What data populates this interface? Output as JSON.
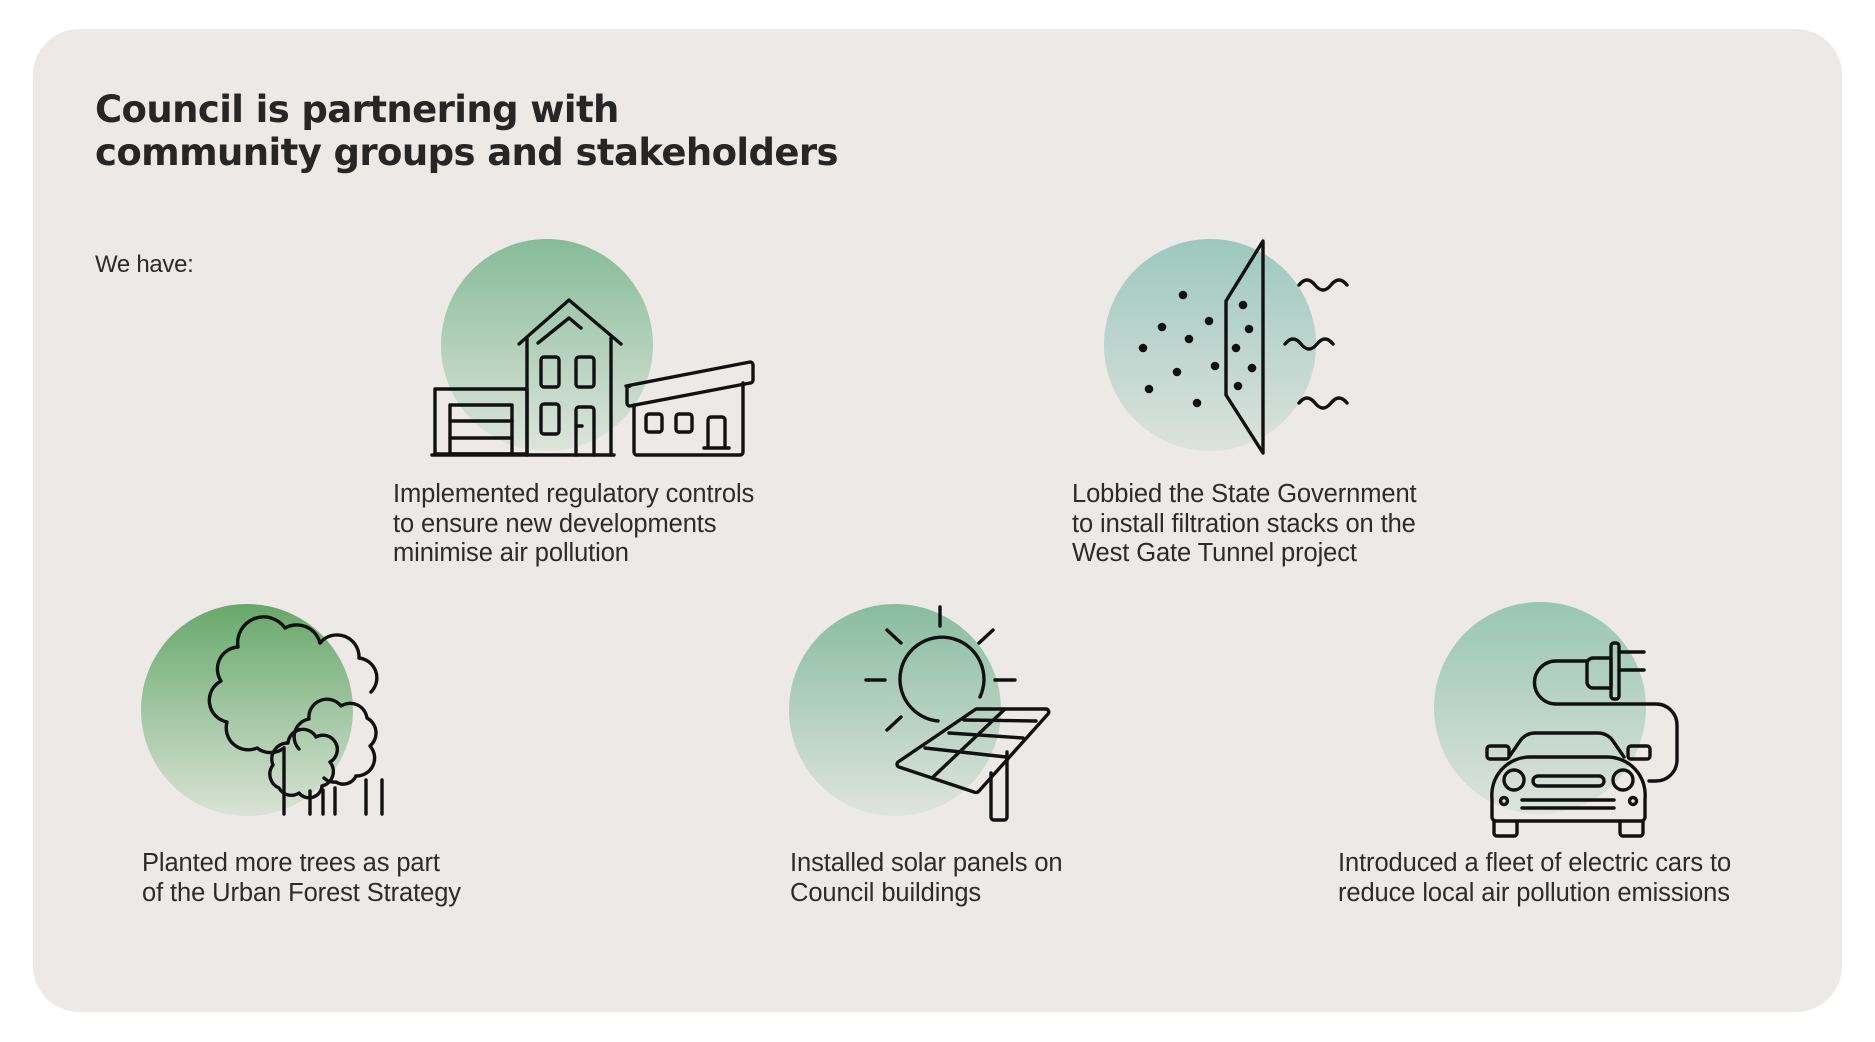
{
  "title": {
    "line1": "Council is partnering with",
    "line2": "community groups and stakeholders"
  },
  "intro": "We have:",
  "colors": {
    "background": "#ece9e6",
    "text": "#262626",
    "green_circle_top": "#6aa96c",
    "sage_circle_top": "#8dbe9e",
    "teal_circle_top": "#9ec8bf",
    "circle_bottom": "#dfe3dd"
  },
  "items": [
    {
      "icon": "houses-icon",
      "lines": [
        "Implemented regulatory controls",
        "to ensure new developments",
        "minimise air pollution"
      ]
    },
    {
      "icon": "air-filter-icon",
      "lines": [
        "Lobbied the State Government",
        "to install filtration stacks on the",
        "West Gate Tunnel project"
      ]
    },
    {
      "icon": "trees-icon",
      "lines": [
        "Planted more trees as part",
        "of the Urban Forest Strategy"
      ]
    },
    {
      "icon": "solar-panel-icon",
      "lines": [
        "Installed solar panels on",
        "Council buildings"
      ]
    },
    {
      "icon": "electric-car-icon",
      "lines": [
        "Introduced a fleet of electric cars to",
        "reduce local air pollution emissions"
      ]
    }
  ]
}
